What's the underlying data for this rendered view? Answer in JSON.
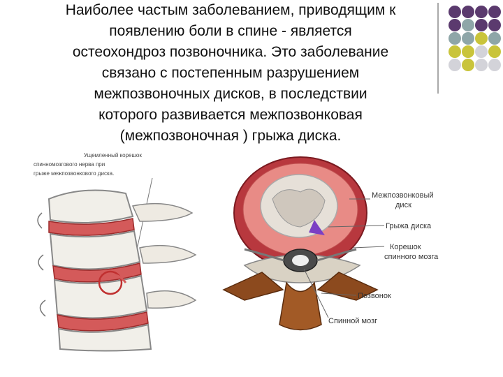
{
  "slide": {
    "text_lines": [
      "Наиболее частым заболеванием, приводящим к",
      "появлению боли в спине - является",
      "остеохондроз позвоночника. Это заболевание",
      "связано с постепенным разрушением",
      "межпозвоночных дисков, в последствии",
      "которого развивается межпозвонковая",
      "(межпозвоночная ) грыжа диска."
    ]
  },
  "spine_figure": {
    "caption_lines": [
      "Ущемленный корешок",
      "спинномозгового нерва при",
      "грыже межпозвонкового диска."
    ]
  },
  "disc_figure": {
    "labels": {
      "disc_1": "Межпозвонковый",
      "disc_2": "диск",
      "hernia": "Грыжа диска",
      "root_1": "Корешок",
      "root_2": "спинного мозга",
      "vertebra": "Позвонок",
      "cord": "Спинной мозг"
    }
  },
  "decor": {
    "dot_colors": [
      "#5b3a6e",
      "#8ea6a8",
      "#c9c43b",
      "#d3d3d9"
    ]
  }
}
